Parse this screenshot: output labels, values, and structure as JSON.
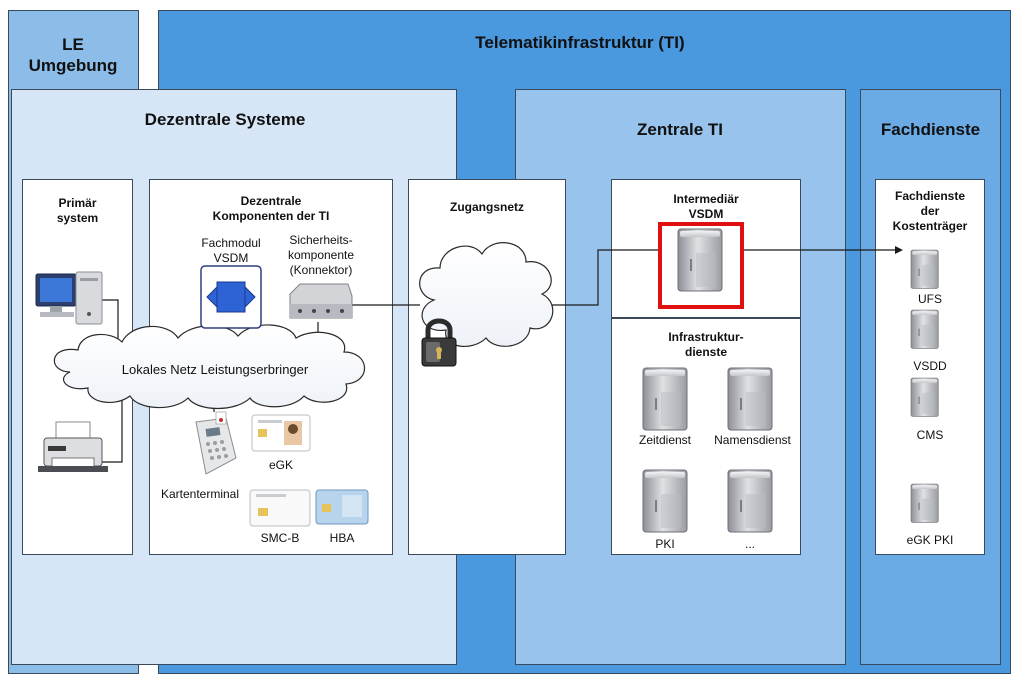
{
  "zones": {
    "le_title": "LE\nUmgebung",
    "ti_title": "Telematikinfrastruktur (TI)",
    "dezentral_title": "Dezentrale Systeme",
    "zentral_title": "Zentrale TI",
    "fach_title": "Fachdienste"
  },
  "primaer": {
    "title": "Primär\nsystem"
  },
  "dezkomp": {
    "title": "Dezentrale\nKomponenten der TI",
    "fachmodul": "Fachmodul\nVSDM",
    "sicherheit": "Sicherheits-\nkomponente\n(Konnektor)",
    "lan": "Lokales Netz Leistungserbringer",
    "egk": "eGK",
    "kartenterminal": "Kartenterminal",
    "smcb": "SMC-B",
    "hba": "HBA"
  },
  "zugang": {
    "title": "Zugangsnetz"
  },
  "zentral": {
    "intermediaer": "Intermediär\nVSDM",
    "infra": "Infrastruktur-\ndienste",
    "zeitdienst": "Zeitdienst",
    "namensdienst": "Namensdienst",
    "pki": "PKI",
    "more": "..."
  },
  "fach": {
    "title": "Fachdienste\nder\nKostenträger",
    "ufs": "UFS",
    "vsdd": "VSDD",
    "cms": "CMS",
    "egkpki": "eGK PKI"
  },
  "colors": {
    "le_blue": "#8cbde8",
    "ti_blue": "#4a98de",
    "dez_panel": "#d6e6f6",
    "zent_panel": "#97c3ec",
    "fach_panel": "#6aaae5",
    "highlight": "#e01010"
  }
}
